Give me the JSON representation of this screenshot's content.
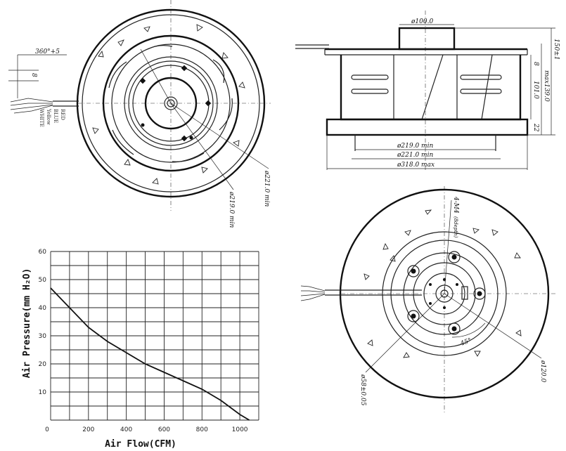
{
  "top_view": {
    "angle_label": "360°+5",
    "wire_dim": "8",
    "dia_221": "ø221.0 min",
    "dia_219": "ø219.0 min",
    "wire_colors": [
      "WHITE",
      "Yellow",
      "BLUE",
      "RED"
    ]
  },
  "side_view": {
    "dia_100": "ø100.0",
    "dim_8": "8",
    "dim_101": "101.0",
    "dim_139": "max139.0",
    "dim_150": "150±1",
    "dim_22": "22",
    "dia_219": "ø219.0 min",
    "dia_221": "ø221.0 min",
    "dia_318": "ø318.0 max"
  },
  "bottom_view": {
    "thread_label": "4-M4",
    "thread_depth": "(8depth)",
    "angle_45": "45°",
    "dia_120": "ø120.0",
    "dia_58": "ø58±0.05"
  },
  "chart_data": {
    "type": "line",
    "xlabel": "Air Flow(CFM)",
    "ylabel": "Air Pressure(mm H₂O)",
    "xlim": [
      0,
      1100
    ],
    "ylim": [
      0,
      60
    ],
    "xticks": [
      0,
      200,
      400,
      600,
      800,
      1000
    ],
    "yticks": [
      10,
      20,
      30,
      40,
      50,
      60
    ],
    "grid": true,
    "x": [
      0,
      100,
      200,
      300,
      400,
      500,
      600,
      700,
      800,
      900,
      1000,
      1050
    ],
    "y": [
      47,
      40,
      33,
      28,
      24,
      20,
      17,
      14,
      11,
      7,
      2,
      0
    ]
  }
}
